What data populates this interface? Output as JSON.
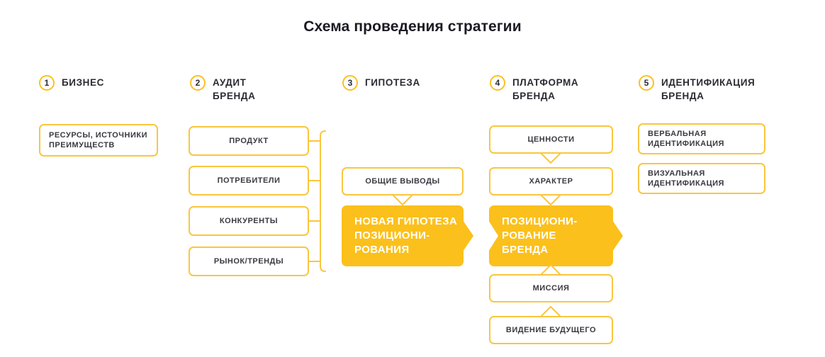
{
  "title": "Схема проведения стратегии",
  "theme": {
    "accent_fill": "#fbc01b",
    "accent_border": "#fac63f",
    "text_dark": "#2b2b33",
    "text_body": "#3a3a42",
    "background": "#ffffff"
  },
  "columns": [
    {
      "number": "1",
      "title": "БИЗНЕС",
      "nodes": [
        {
          "label": "РЕСУРСЫ, ИСТОЧНИКИ\nПРЕИМУЩЕСТВ",
          "align": "left"
        }
      ]
    },
    {
      "number": "2",
      "title": "АУДИТ БРЕНДА",
      "nodes": [
        {
          "label": "ПРОДУКТ",
          "align": "center"
        },
        {
          "label": "ПОТРЕБИТЕЛИ",
          "align": "center"
        },
        {
          "label": "КОНКУРЕНТЫ",
          "align": "center"
        },
        {
          "label": "РЫНОК/ТРЕНДЫ",
          "align": "center"
        }
      ]
    },
    {
      "number": "3",
      "title": "ГИПОТЕЗА",
      "nodes": [
        {
          "label": "ОБЩИЕ ВЫВОДЫ",
          "align": "center"
        }
      ],
      "block": {
        "label": "НОВАЯ ГИПОТЕЗА\nПОЗИЦИОНИ-\nРОВАНИЯ"
      }
    },
    {
      "number": "4",
      "title": "ПЛАТФОРМА\nБРЕНДА",
      "nodes": [
        {
          "label": "ЦЕННОСТИ",
          "align": "center"
        },
        {
          "label": "ХАРАКТЕР",
          "align": "center"
        },
        {
          "label": "МИССИЯ",
          "align": "center"
        },
        {
          "label": "ВИДЕНИЕ БУДУЩЕГО",
          "align": "center"
        }
      ],
      "block": {
        "label": "ПОЗИЦИОНИ-\nРОВАНИЕ\nБРЕНДА"
      }
    },
    {
      "number": "5",
      "title": "ИДЕНТИФИКАЦИЯ\nБРЕНДА",
      "nodes": [
        {
          "label": "ВЕРБАЛЬНАЯ\nИДЕНТИФИКАЦИЯ",
          "align": "left"
        },
        {
          "label": "ВИЗУАЛЬНАЯ\nИДЕНТИФИКАЦИЯ",
          "align": "left"
        }
      ]
    }
  ]
}
